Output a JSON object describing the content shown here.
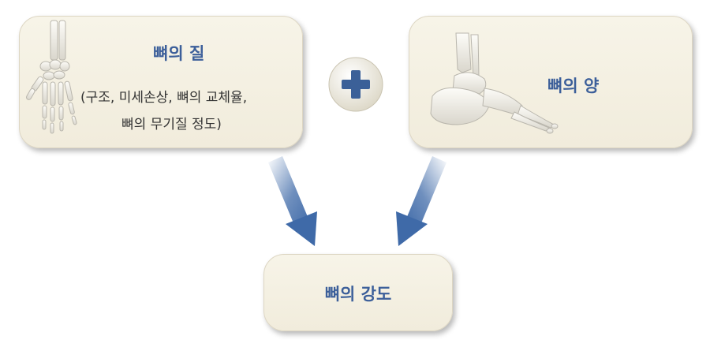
{
  "nodes": {
    "bone_quality": {
      "title": "뼈의 질",
      "detail_line1": "(구조, 미세손상, 뼈의 교체율,",
      "detail_line2": "뼈의 무기질 정도)",
      "icon": "hand-bones-icon"
    },
    "bone_quantity": {
      "title": "뼈의 양",
      "icon": "foot-bones-icon"
    },
    "bone_strength": {
      "title": "뼈의 강도"
    }
  },
  "operator": {
    "symbol": "plus",
    "icon": "plus-icon"
  },
  "edges": [
    {
      "from": "bone_quality",
      "to": "bone_strength"
    },
    {
      "from": "bone_quantity",
      "to": "bone_strength"
    }
  ],
  "colors": {
    "box_fill": "#f4f0e1",
    "title_text": "#3c5f9a",
    "arrow": "#3f6aa8",
    "plus": "#3b6098"
  }
}
